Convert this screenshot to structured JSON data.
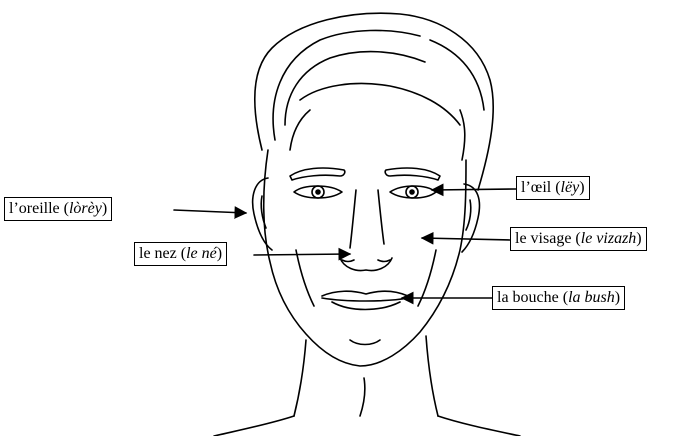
{
  "labels": {
    "oreille": {
      "term": "l’oreille",
      "pron": "lòrèy"
    },
    "oeil": {
      "term": "l’œil",
      "pron": "lëy"
    },
    "nez": {
      "term": "le nez",
      "pron": "le né"
    },
    "visage": {
      "term": "le visage",
      "pron": "le vizazh"
    },
    "bouche": {
      "term": "la bouche",
      "pron": "la bush"
    }
  },
  "colors": {
    "ink": "#000000",
    "background": "#ffffff"
  }
}
